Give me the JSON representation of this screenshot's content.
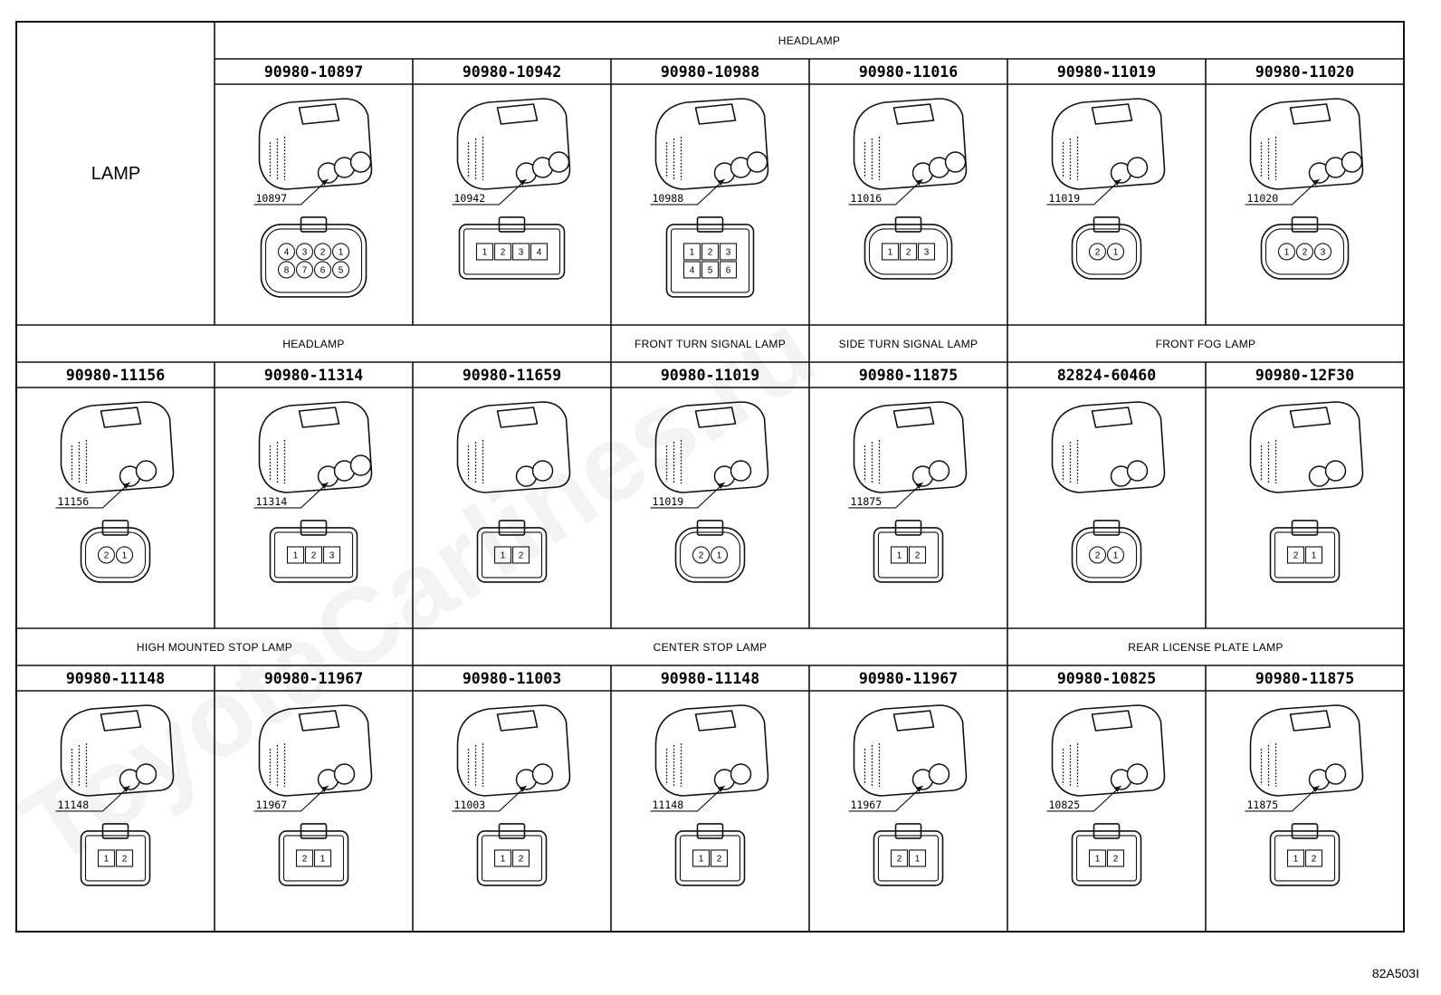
{
  "corner_label": "LAMP",
  "reference_code": "82A503I",
  "watermark": "ToyotaCarlines.ru",
  "rows": [
    {
      "groups": [
        {
          "label": "",
          "span": 0
        },
        {
          "label": "HEADLAMP",
          "span": 6
        }
      ],
      "cells": [
        {
          "part": "",
          "callout": "",
          "pins": [],
          "shape": "corner"
        },
        {
          "part": "90980-10897",
          "callout": "10897",
          "pins": [
            "4",
            "3",
            "2",
            "1",
            "8",
            "7",
            "6",
            "5"
          ],
          "shape": "round8"
        },
        {
          "part": "90980-10942",
          "callout": "10942",
          "pins": [
            "1",
            "2",
            "3",
            "4"
          ],
          "shape": "sq4"
        },
        {
          "part": "90980-10988",
          "callout": "10988",
          "pins": [
            "1",
            "2",
            "3",
            "4",
            "5",
            "6"
          ],
          "shape": "rect6"
        },
        {
          "part": "90980-11016",
          "callout": "11016",
          "pins": [
            "1",
            "2",
            "3"
          ],
          "shape": "tri3"
        },
        {
          "part": "90980-11019",
          "callout": "11019",
          "pins": [
            "2",
            "1"
          ],
          "shape": "round2"
        },
        {
          "part": "90980-11020",
          "callout": "11020",
          "pins": [
            "1",
            "2",
            "3"
          ],
          "shape": "oval3"
        }
      ]
    },
    {
      "groups": [
        {
          "label": "HEADLAMP",
          "span": 3
        },
        {
          "label": "FRONT TURN SIGNAL LAMP",
          "span": 1
        },
        {
          "label": "SIDE TURN SIGNAL LAMP",
          "span": 1
        },
        {
          "label": "FRONT FOG LAMP",
          "span": 2
        }
      ],
      "cells": [
        {
          "part": "90980-11156",
          "callout": "11156",
          "pins": [
            "2",
            "1"
          ],
          "shape": "round2"
        },
        {
          "part": "90980-11314",
          "callout": "11314",
          "pins": [
            "1",
            "2",
            "3"
          ],
          "shape": "block3"
        },
        {
          "part": "90980-11659",
          "callout": "",
          "pins": [
            "1",
            "2"
          ],
          "shape": "clip2"
        },
        {
          "part": "90980-11019",
          "callout": "11019",
          "pins": [
            "2",
            "1"
          ],
          "shape": "round2"
        },
        {
          "part": "90980-11875",
          "callout": "11875",
          "pins": [
            "1",
            "2"
          ],
          "shape": "small2"
        },
        {
          "part": "82824-60460",
          "callout": "",
          "pins": [
            "2",
            "1"
          ],
          "shape": "wide2"
        },
        {
          "part": "90980-12F30",
          "callout": "",
          "pins": [
            "2",
            "1"
          ],
          "shape": "tiny2"
        }
      ]
    },
    {
      "groups": [
        {
          "label": "HIGH MOUNTED STOP LAMP",
          "span": 2
        },
        {
          "label": "CENTER STOP LAMP",
          "span": 3
        },
        {
          "label": "REAR LICENSE PLATE LAMP",
          "span": 2
        }
      ],
      "cells": [
        {
          "part": "90980-11148",
          "callout": "11148",
          "pins": [
            "1",
            "2"
          ],
          "shape": "flat2"
        },
        {
          "part": "90980-11967",
          "callout": "11967",
          "pins": [
            "2",
            "1"
          ],
          "shape": "latch2"
        },
        {
          "part": "90980-11003",
          "callout": "11003",
          "pins": [
            "1",
            "2"
          ],
          "shape": "rsq2"
        },
        {
          "part": "90980-11148",
          "callout": "11148",
          "pins": [
            "1",
            "2"
          ],
          "shape": "flat2"
        },
        {
          "part": "90980-11967",
          "callout": "11967",
          "pins": [
            "2",
            "1"
          ],
          "shape": "latch2"
        },
        {
          "part": "90980-10825",
          "callout": "10825",
          "pins": [
            "1",
            "2"
          ],
          "shape": "plug2"
        },
        {
          "part": "90980-11875",
          "callout": "11875",
          "pins": [
            "1",
            "2"
          ],
          "shape": "small2"
        }
      ]
    }
  ]
}
